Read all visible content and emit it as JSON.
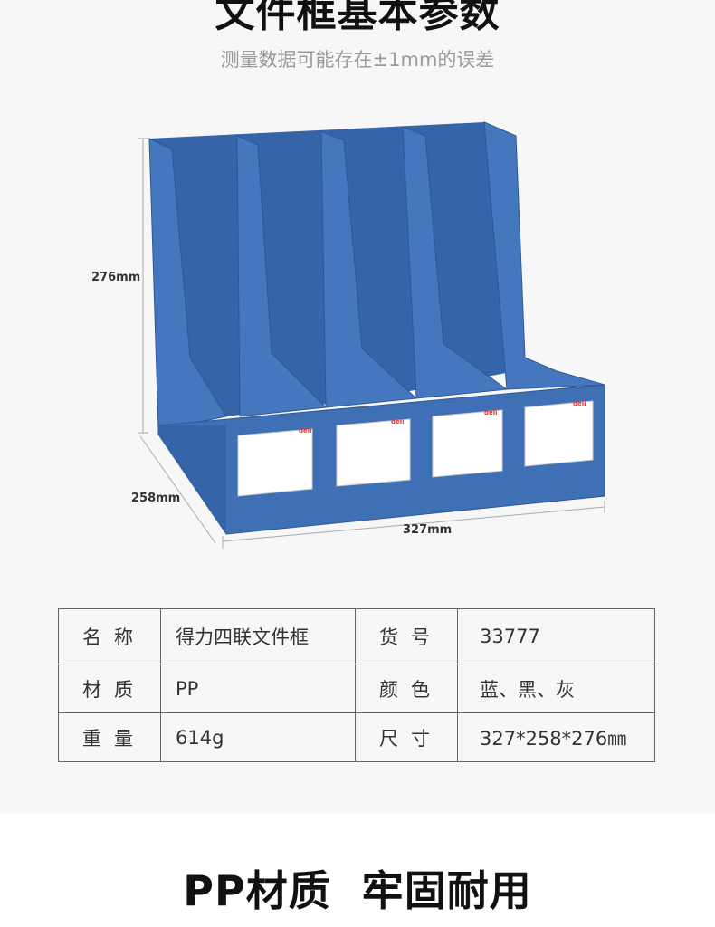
{
  "header": {
    "title": "文件框基本参数",
    "subtitle": "测量数据可能存在±1mm的误差"
  },
  "product": {
    "brand": "deli",
    "color": "#3f6fb5",
    "dimensions": {
      "height": "276mm",
      "depth": "258mm",
      "width": "327mm"
    }
  },
  "specs": {
    "rows": [
      {
        "k1": "名称",
        "v1": "得力四联文件框",
        "k2": "货号",
        "v2": "33777"
      },
      {
        "k1": "材质",
        "v1": "PP",
        "k2": "颜色",
        "v2": "蓝、黑、灰"
      },
      {
        "k1": "重量",
        "v1": "614g",
        "k2": "尺寸",
        "v2": "327*258*276㎜"
      }
    ]
  },
  "section": {
    "title": "PP材质  牢固耐用"
  }
}
